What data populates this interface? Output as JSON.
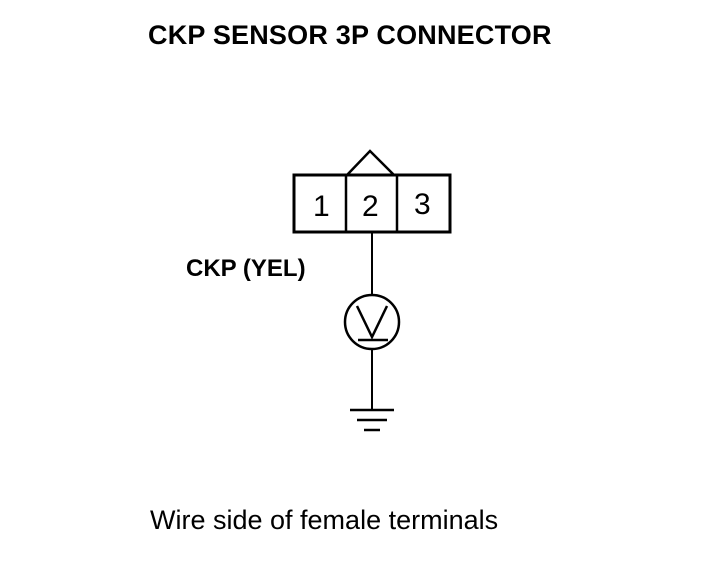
{
  "title": "CKP SENSOR 3P CONNECTOR",
  "connector": {
    "pins": [
      "1",
      "2",
      "3"
    ]
  },
  "wire_label": "CKP (YEL)",
  "caption": "Wire side of female terminals",
  "icons": {
    "meter": "voltmeter-icon",
    "ground": "ground-icon",
    "key": "connector-lock-tab-icon"
  }
}
